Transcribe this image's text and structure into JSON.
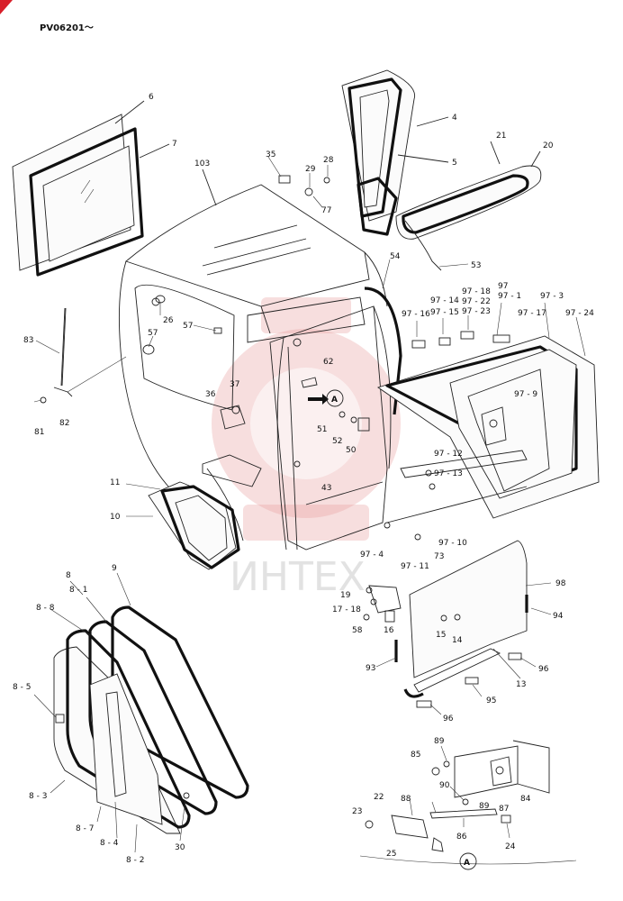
{
  "header": {
    "code": "PV06201～"
  },
  "watermark": {
    "text": "ИНТЕХ",
    "color": "#e9a0a0"
  },
  "callout": {
    "letter": "A"
  },
  "parts": [
    {
      "id": "p6",
      "text": "6"
    },
    {
      "id": "p7",
      "text": "7"
    },
    {
      "id": "p103",
      "text": "103"
    },
    {
      "id": "p35",
      "text": "35"
    },
    {
      "id": "p29",
      "text": "29"
    },
    {
      "id": "p28",
      "text": "28"
    },
    {
      "id": "p77",
      "text": "77"
    },
    {
      "id": "p4",
      "text": "4"
    },
    {
      "id": "p5",
      "text": "5"
    },
    {
      "id": "p21",
      "text": "21"
    },
    {
      "id": "p20",
      "text": "20"
    },
    {
      "id": "p53",
      "text": "53"
    },
    {
      "id": "p54",
      "text": "54"
    },
    {
      "id": "p26",
      "text": "26"
    },
    {
      "id": "p57a",
      "text": "57"
    },
    {
      "id": "p57b",
      "text": "57"
    },
    {
      "id": "p83",
      "text": "83"
    },
    {
      "id": "p62",
      "text": "62"
    },
    {
      "id": "p97_16",
      "text": "97 - 16"
    },
    {
      "id": "p97_14",
      "text": "97 - 14"
    },
    {
      "id": "p97_15",
      "text": "97 - 15"
    },
    {
      "id": "p97_18",
      "text": "97 - 18"
    },
    {
      "id": "p97_22",
      "text": "97 - 22"
    },
    {
      "id": "p97_23",
      "text": "97 - 23"
    },
    {
      "id": "p97",
      "text": "97"
    },
    {
      "id": "p97_1",
      "text": "97 - 1"
    },
    {
      "id": "p97_3",
      "text": "97 - 3"
    },
    {
      "id": "p97_17",
      "text": "97 - 17"
    },
    {
      "id": "p97_24",
      "text": "97 - 24"
    },
    {
      "id": "p97_9",
      "text": "97 - 9"
    },
    {
      "id": "p37",
      "text": "37"
    },
    {
      "id": "p36",
      "text": "36"
    },
    {
      "id": "p51",
      "text": "51"
    },
    {
      "id": "p52",
      "text": "52"
    },
    {
      "id": "p50",
      "text": "50"
    },
    {
      "id": "p81",
      "text": "81"
    },
    {
      "id": "p82",
      "text": "82"
    },
    {
      "id": "p97_12",
      "text": "97 - 12"
    },
    {
      "id": "p97_13",
      "text": "97 - 13"
    },
    {
      "id": "p11",
      "text": "11"
    },
    {
      "id": "p43",
      "text": "43"
    },
    {
      "id": "p10",
      "text": "10"
    },
    {
      "id": "p97_4",
      "text": "97 - 4"
    },
    {
      "id": "p97_11",
      "text": "97 - 11"
    },
    {
      "id": "p97_10",
      "text": "97 - 10"
    },
    {
      "id": "p73",
      "text": "73"
    },
    {
      "id": "p8",
      "text": "8"
    },
    {
      "id": "p9",
      "text": "9"
    },
    {
      "id": "p8_1",
      "text": "8 - 1"
    },
    {
      "id": "p8_8",
      "text": "8 - 8"
    },
    {
      "id": "p98",
      "text": "98"
    },
    {
      "id": "p19",
      "text": "19"
    },
    {
      "id": "p17_18",
      "text": "17 - 18"
    },
    {
      "id": "p94",
      "text": "94"
    },
    {
      "id": "p58",
      "text": "58"
    },
    {
      "id": "p16",
      "text": "16"
    },
    {
      "id": "p15",
      "text": "15"
    },
    {
      "id": "p14",
      "text": "14"
    },
    {
      "id": "p8_5",
      "text": "8 - 5"
    },
    {
      "id": "p96a",
      "text": "96"
    },
    {
      "id": "p93",
      "text": "93"
    },
    {
      "id": "p13",
      "text": "13"
    },
    {
      "id": "p95",
      "text": "95"
    },
    {
      "id": "p96b",
      "text": "96"
    },
    {
      "id": "p89a",
      "text": "89"
    },
    {
      "id": "p85",
      "text": "85"
    },
    {
      "id": "p8_3",
      "text": "8 - 3"
    },
    {
      "id": "p90",
      "text": "90"
    },
    {
      "id": "p89b",
      "text": "89"
    },
    {
      "id": "p87",
      "text": "87"
    },
    {
      "id": "p84",
      "text": "84"
    },
    {
      "id": "p22",
      "text": "22"
    },
    {
      "id": "p88",
      "text": "88"
    },
    {
      "id": "p8_7",
      "text": "8 - 7"
    },
    {
      "id": "p23",
      "text": "23"
    },
    {
      "id": "p8_4",
      "text": "8 - 4"
    },
    {
      "id": "p30",
      "text": "30"
    },
    {
      "id": "p86",
      "text": "86"
    },
    {
      "id": "p24",
      "text": "24"
    },
    {
      "id": "p8_2",
      "text": "8 - 2"
    },
    {
      "id": "p25",
      "text": "25"
    }
  ]
}
